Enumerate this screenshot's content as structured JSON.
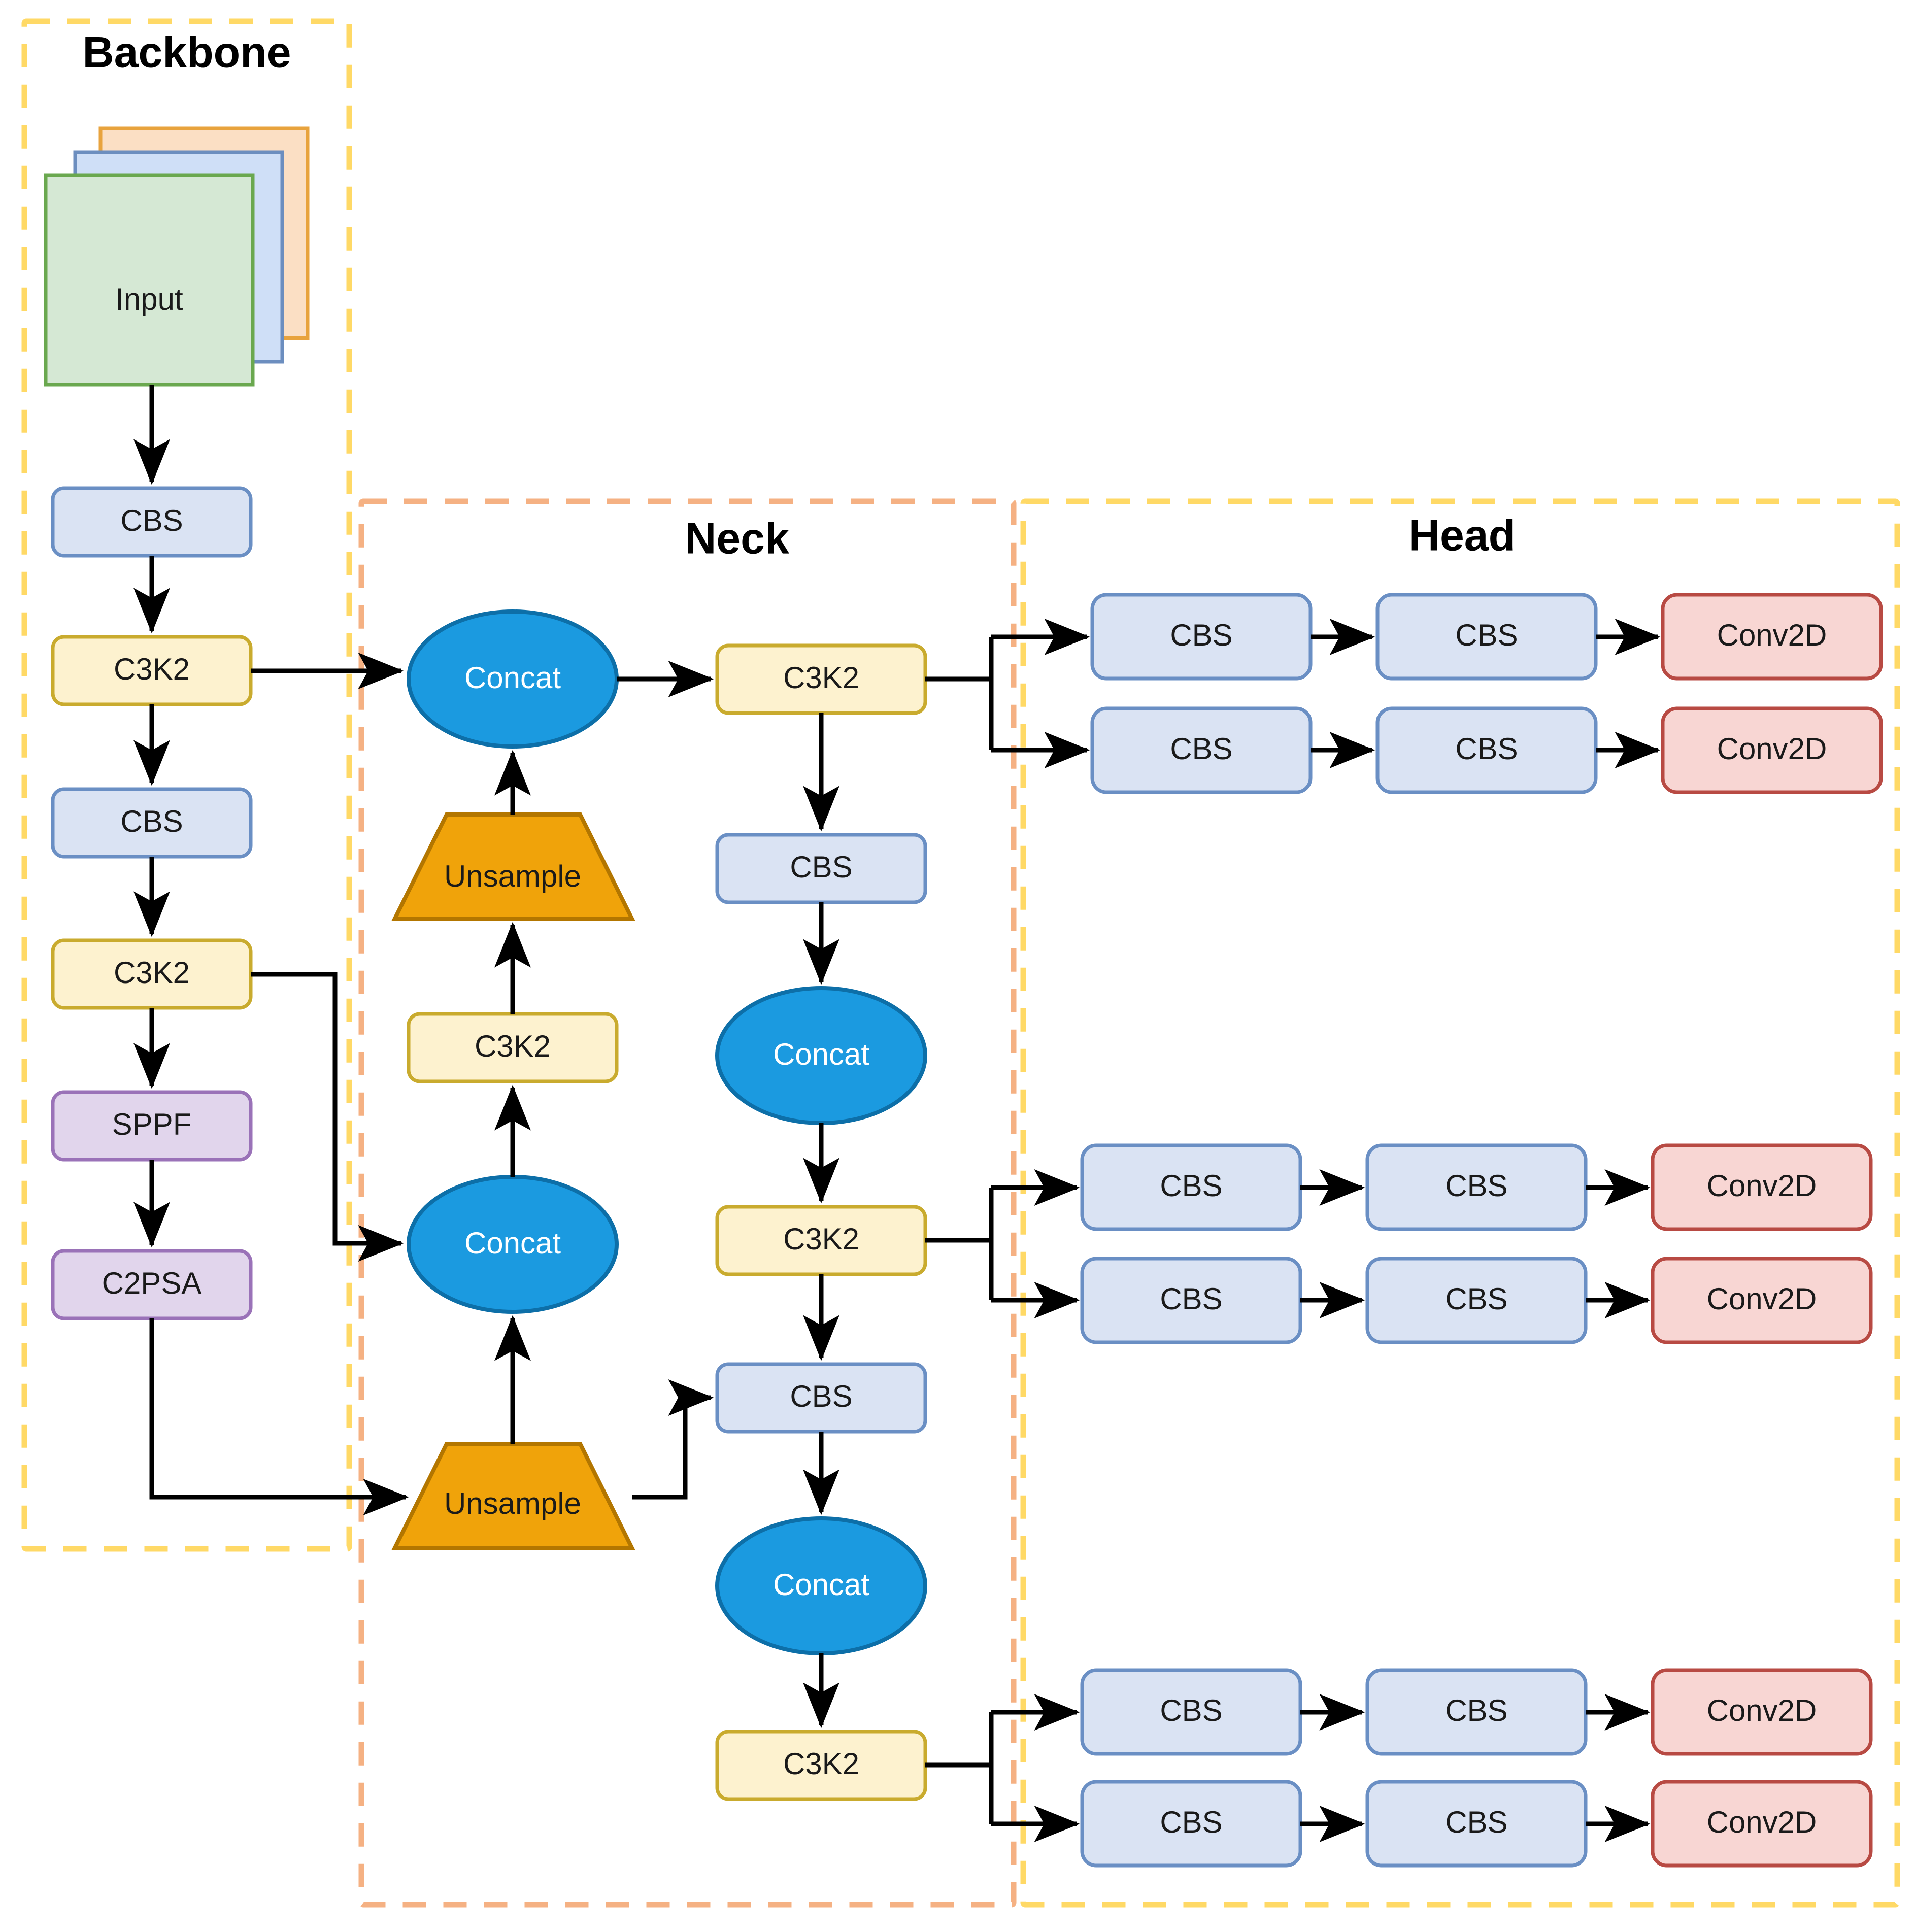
{
  "diagram": {
    "title_backbone": "Backbone",
    "title_neck": "Neck",
    "title_head": "Head",
    "colors": {
      "cbs_fill": "#dae3f3",
      "cbs_stroke": "#6a8fc4",
      "c3k2_fill": "#fdf2cf",
      "c3k2_stroke": "#c9ab2e",
      "sppf_fill": "#e1d5ec",
      "sppf_stroke": "#9a72b8",
      "conv2d_fill": "#f8d6d3",
      "conv2d_stroke": "#b84a43",
      "concat_fill": "#1b9ae0",
      "concat_stroke": "#0d6fa8",
      "unsample_fill": "#f0a30a",
      "unsample_stroke": "#b37600",
      "input_green_fill": "#d5e8d4",
      "input_green_stroke": "#6aa84f",
      "input_blue_fill": "#cfdff7",
      "input_blue_stroke": "#6c8ebf",
      "input_orange_fill": "#fbdfc4",
      "input_orange_stroke": "#e8a33d",
      "boundary_yellow": "#ffd966",
      "boundary_orange": "#f5b183",
      "arrow": "#000000"
    }
  },
  "backbone": {
    "label": "Backbone",
    "input_label": "Input",
    "nodes": [
      {
        "id": "bb-cbs-1",
        "label": "CBS",
        "type": "cbs"
      },
      {
        "id": "bb-c3k2-1",
        "label": "C3K2",
        "type": "c3k2"
      },
      {
        "id": "bb-cbs-2",
        "label": "CBS",
        "type": "cbs"
      },
      {
        "id": "bb-c3k2-2",
        "label": "C3K2",
        "type": "c3k2"
      },
      {
        "id": "bb-sppf",
        "label": "SPPF",
        "type": "sppf"
      },
      {
        "id": "bb-c2psa",
        "label": "C2PSA",
        "type": "sppf"
      }
    ]
  },
  "neck": {
    "label": "Neck",
    "nodes": [
      {
        "id": "nk-concat-1",
        "label": "Concat",
        "type": "concat"
      },
      {
        "id": "nk-unsample-1",
        "label": "Unsample",
        "type": "unsample"
      },
      {
        "id": "nk-c3k2-a",
        "label": "C3K2",
        "type": "c3k2"
      },
      {
        "id": "nk-concat-2",
        "label": "Concat",
        "type": "concat"
      },
      {
        "id": "nk-unsample-2",
        "label": "Unsample",
        "type": "unsample"
      },
      {
        "id": "nk-c3k2-p3",
        "label": "C3K2",
        "type": "c3k2"
      },
      {
        "id": "nk-cbs-1",
        "label": "CBS",
        "type": "cbs"
      },
      {
        "id": "nk-concat-3",
        "label": "Concat",
        "type": "concat"
      },
      {
        "id": "nk-c3k2-p4",
        "label": "C3K2",
        "type": "c3k2"
      },
      {
        "id": "nk-cbs-2",
        "label": "CBS",
        "type": "cbs"
      },
      {
        "id": "nk-concat-4",
        "label": "Concat",
        "type": "concat"
      },
      {
        "id": "nk-c3k2-p5",
        "label": "C3K2",
        "type": "c3k2"
      }
    ]
  },
  "head": {
    "label": "Head",
    "branch_labels": {
      "cbs": "CBS",
      "conv2d": "Conv2D"
    },
    "groups": [
      {
        "id": "head-p3",
        "rows": [
          {
            "id": "head-p3-r1",
            "cells": [
              "CBS",
              "CBS",
              "Conv2D"
            ]
          },
          {
            "id": "head-p3-r2",
            "cells": [
              "CBS",
              "CBS",
              "Conv2D"
            ]
          }
        ]
      },
      {
        "id": "head-p4",
        "rows": [
          {
            "id": "head-p4-r1",
            "cells": [
              "CBS",
              "CBS",
              "Conv2D"
            ]
          },
          {
            "id": "head-p4-r2",
            "cells": [
              "CBS",
              "CBS",
              "Conv2D"
            ]
          }
        ]
      },
      {
        "id": "head-p5",
        "rows": [
          {
            "id": "head-p5-r1",
            "cells": [
              "CBS",
              "CBS",
              "Conv2D"
            ]
          },
          {
            "id": "head-p5-r2",
            "cells": [
              "CBS",
              "CBS",
              "Conv2D"
            ]
          }
        ]
      }
    ]
  }
}
